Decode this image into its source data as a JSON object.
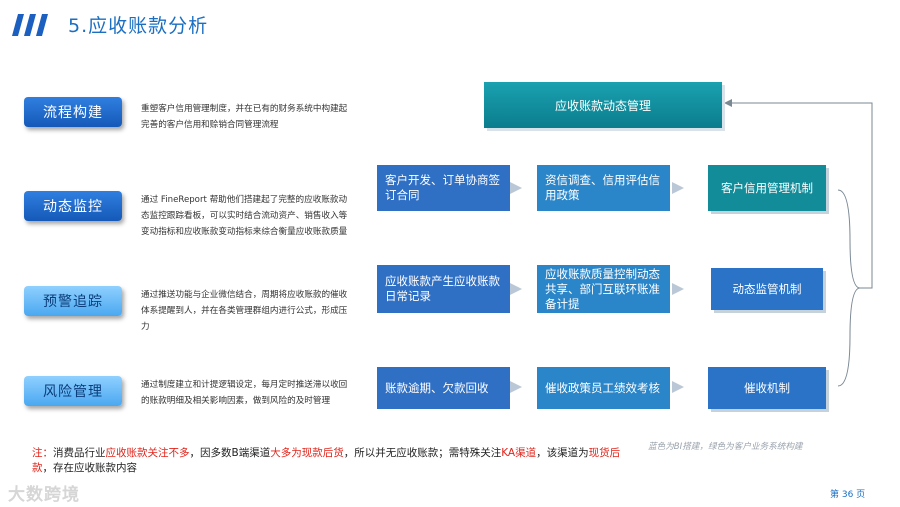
{
  "header": {
    "title": "5.应收账款分析"
  },
  "left_items": [
    {
      "label": "流程构建",
      "desc": "重塑客户信用管理制度，并在已有的财务系统中构建起完善的客户信用和赊销合同管理流程"
    },
    {
      "label": "动态监控",
      "desc": "通过 FineReport 帮助他们搭建起了完整的应收账款动态监控跟踪看板，可以实时结合流动资产、销售收入等变动指标和应收账款变动指标来综合衡量应收账款质量"
    },
    {
      "label": "预警追踪",
      "desc": "通过推送功能与企业微信结合，周期将应收账款的催收体系提醒到人，并在各类管理群组内进行公式，形成压力"
    },
    {
      "label": "风险管理",
      "desc": "通过制度建立和计提逻辑设定，每月定时推送滞以收回的账款明细及相关影响因素，做到风险的及时管理"
    }
  ],
  "flow": {
    "top_box": "应收账款动态管理",
    "rows": [
      {
        "col1": "客户开发、订单协商签订合同",
        "col2": "资信调查、信用评估信用政策",
        "mechanism": "客户信用管理机制"
      },
      {
        "col1": "应收账款产生应收账款日常记录",
        "col2": "应收账款质量控制动态共享、部门互联环账准备计提",
        "mechanism": "动态监管机制"
      },
      {
        "col1": "账款逾期、欠款回收",
        "col2": "催收政策员工绩效考核",
        "mechanism": "催收机制"
      }
    ]
  },
  "legend": "蓝色为BI搭建，绿色为客户业务系统构建",
  "note": {
    "prefix": "注：",
    "t1": "消费品行业",
    "r1": "应收账款关注不多",
    "t2": "，因多数B端渠道",
    "r2": "大多为现款后货",
    "t3": "，所以并无应收账款；需特殊关注",
    "r3": "KA渠道",
    "t4": "，该渠道为",
    "r4": "现货后款",
    "t5": "，存在应收账款内容"
  },
  "footer": {
    "watermark": "大数跨境",
    "page": "第 36 页"
  },
  "colors": {
    "title": "#1b6fc2",
    "pill_blue": "#1e67c7",
    "pill_light": "#6bbcf6",
    "teal": "#0f8a99",
    "note_red": "#e0241b"
  }
}
